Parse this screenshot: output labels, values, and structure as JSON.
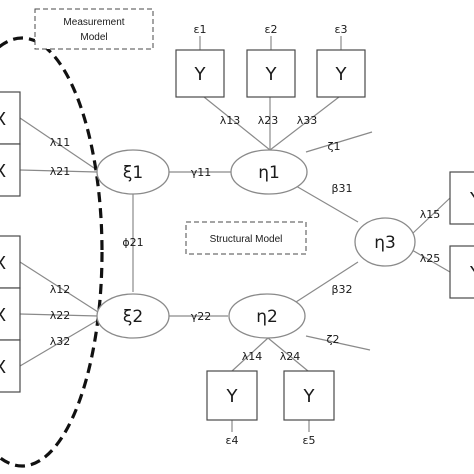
{
  "labels": {
    "measurement_model": [
      "Measurement",
      "Model"
    ],
    "structural_model": "Structural Model"
  },
  "latent": {
    "xi1": "ξ1",
    "xi2": "ξ2",
    "eta1": "η1",
    "eta2": "η2",
    "eta3": "η3"
  },
  "observed": {
    "x": "X",
    "y": "Y"
  },
  "errors": {
    "e1": "ε1",
    "e2": "ε2",
    "e3": "ε3",
    "e4": "ε4",
    "e5": "ε5"
  },
  "disturbances": {
    "z1": "ζ1",
    "z2": "ζ2"
  },
  "loadings": {
    "l11": "λ11",
    "l21": "λ21",
    "l12": "λ12",
    "l22": "λ22",
    "l32": "λ32",
    "l13": "λ13",
    "l23": "λ23",
    "l33": "λ33",
    "l14": "λ14",
    "l24": "λ24",
    "l15": "λ15",
    "l25": "λ25"
  },
  "paths": {
    "g11": "γ11",
    "g22": "γ22",
    "b31": "β31",
    "b32": "β32",
    "phi21": "ϕ21"
  }
}
